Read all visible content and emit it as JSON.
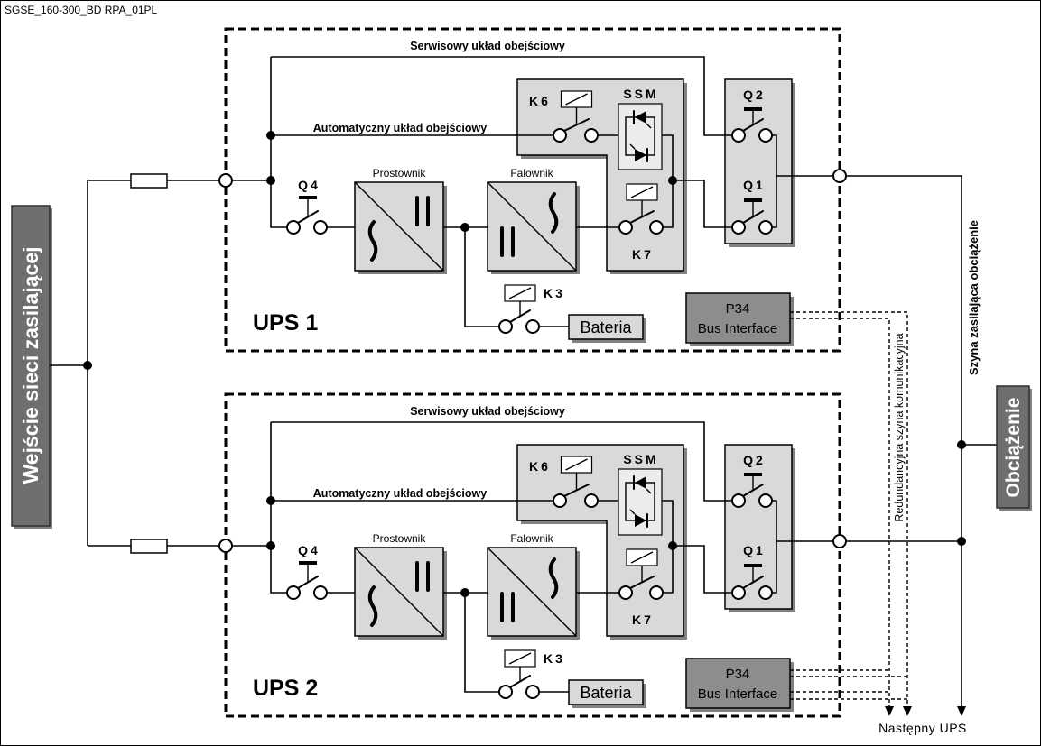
{
  "header": {
    "code": "SGSE_160-300_BD RPA_01PL"
  },
  "input": {
    "label": "Wejście sieci zasilającej"
  },
  "load": {
    "label": "Obciążenie"
  },
  "load_bus": {
    "label": "Szyna zasilająca obciążenie"
  },
  "comm_bus": {
    "label": "Redundancyjna szyna komunikacyjna"
  },
  "next_ups": {
    "label": "Następny UPS"
  },
  "ups_units": [
    {
      "name": "UPS 1",
      "service_bypass": "Serwisowy układ obejściowy",
      "auto_bypass": "Automatyczny układ obejściowy",
      "rectifier": "Prostownik",
      "inverter": "Falownik",
      "battery": "Bateria",
      "static_switch": "SSM",
      "q4": "Q4",
      "q2": "Q2",
      "q1": "Q1",
      "k6": "K6",
      "k7": "K7",
      "k3": "K3",
      "bus_interface": [
        "P34",
        "Bus Interface"
      ]
    },
    {
      "name": "UPS 2",
      "service_bypass": "Serwisowy układ obejściowy",
      "auto_bypass": "Automatyczny układ obejściowy",
      "rectifier": "Prostownik",
      "inverter": "Falownik",
      "battery": "Bateria",
      "static_switch": "SSM",
      "q4": "Q4",
      "q2": "Q2",
      "q1": "Q1",
      "k6": "K6",
      "k7": "K7",
      "k3": "K3",
      "bus_interface": [
        "P34",
        "Bus Interface"
      ]
    }
  ],
  "colors": {
    "module_fill": "#d9d9d9",
    "label_box_fill": "#6f6f6f",
    "bus_interface_fill": "#8d8d8d"
  }
}
